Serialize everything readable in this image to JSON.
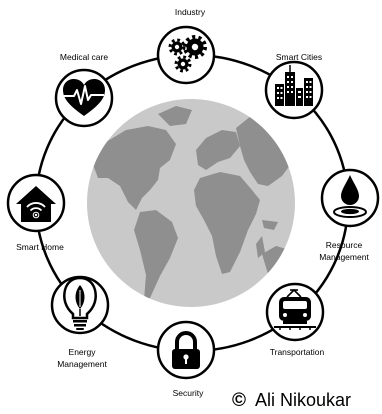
{
  "nodes": [
    {
      "label_lines": [
        "Industry"
      ],
      "icon": "gears-icon"
    },
    {
      "label_lines": [
        "Smart Cities"
      ],
      "icon": "city-buildings-icon"
    },
    {
      "label_lines": [
        "Resource",
        "Management"
      ],
      "icon": "water-drop-icon"
    },
    {
      "label_lines": [
        "Transportation"
      ],
      "icon": "train-icon"
    },
    {
      "label_lines": [
        "Security"
      ],
      "icon": "padlock-icon"
    },
    {
      "label_lines": [
        "Energy",
        "Management"
      ],
      "icon": "lightbulb-leaf-icon"
    },
    {
      "label_lines": [
        "Smart Home"
      ],
      "icon": "smart-home-icon"
    },
    {
      "label_lines": [
        "Medical care"
      ],
      "icon": "heart-pulse-icon"
    }
  ],
  "center": {
    "icon": "globe-icon"
  },
  "credit": {
    "symbol": "©",
    "name": "Ali Nikoukar"
  },
  "colors": {
    "ring": "#000000",
    "icon": "#000000",
    "node_fill": "#ffffff",
    "ocean": "#c9c9c9",
    "land": "#8f8f8f"
  }
}
